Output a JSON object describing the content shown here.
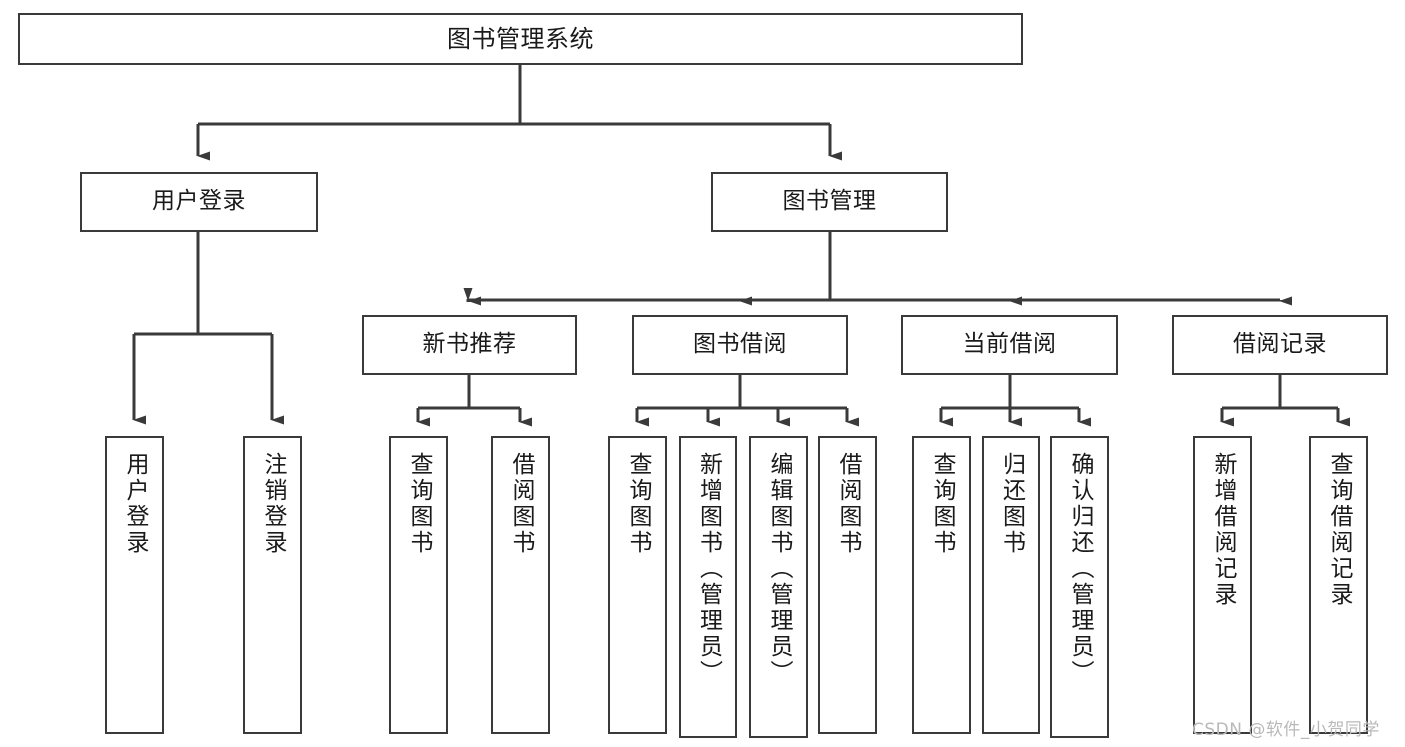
{
  "diagram": {
    "title": "图书管理系统",
    "type": "tree-hierarchy-diagram",
    "colors": {
      "box_border": "#3a3a3a",
      "box_fill": "#ffffff",
      "edge": "#3a3a3a",
      "text": "#1a1a1a",
      "watermark": "#b9b9b9",
      "background": "#ffffff"
    },
    "root": {
      "label": "图书管理系统"
    },
    "level2": [
      {
        "id": "user-login",
        "label": "用户登录"
      },
      {
        "id": "book-management",
        "label": "图书管理"
      }
    ],
    "level3": [
      {
        "id": "new-book-recommend",
        "label": "新书推荐"
      },
      {
        "id": "book-borrow",
        "label": "图书借阅"
      },
      {
        "id": "current-borrow",
        "label": "当前借阅"
      },
      {
        "id": "borrow-record",
        "label": "借阅记录"
      }
    ],
    "leaves": {
      "user_login": [
        {
          "id": "leaf-user-login",
          "label": "用户登录"
        },
        {
          "id": "leaf-logout-login",
          "label": "注销登录"
        }
      ],
      "new_book_recommend": [
        {
          "id": "leaf-query-book-1",
          "label": "查询图书"
        },
        {
          "id": "leaf-borrow-book-1",
          "label": "借阅图书"
        }
      ],
      "book_borrow": [
        {
          "id": "leaf-query-book-2",
          "label": "查询图书"
        },
        {
          "id": "leaf-add-book",
          "label": "新增图书（管理员）"
        },
        {
          "id": "leaf-edit-book",
          "label": "编辑图书（管理员）"
        },
        {
          "id": "leaf-borrow-book-2",
          "label": "借阅图书"
        }
      ],
      "current_borrow": [
        {
          "id": "leaf-query-book-3",
          "label": "查询图书"
        },
        {
          "id": "leaf-return-book",
          "label": "归还图书"
        },
        {
          "id": "leaf-confirm-return",
          "label": "确认归还（管理员）"
        }
      ],
      "borrow_record": [
        {
          "id": "leaf-add-record",
          "label": "新增借阅记录"
        },
        {
          "id": "leaf-query-record",
          "label": "查询借阅记录"
        }
      ]
    },
    "watermark": "CSDN @软件_小贺同学"
  }
}
